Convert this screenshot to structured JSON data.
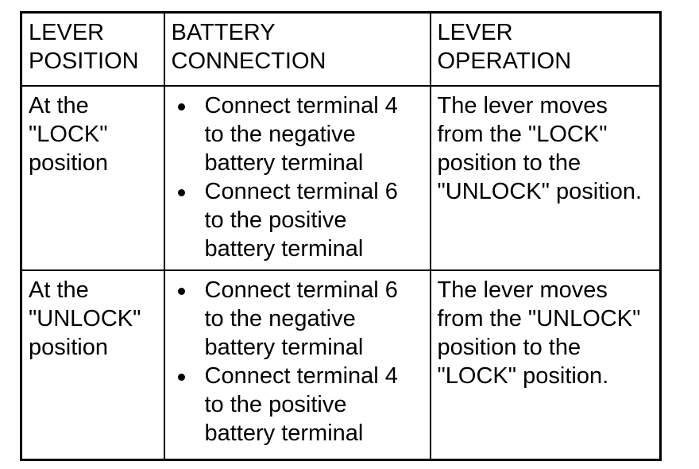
{
  "table": {
    "columns": [
      {
        "header": "LEVER\nPOSITION"
      },
      {
        "header": "BATTERY\nCONNECTION"
      },
      {
        "header": "LEVER\nOPERATION"
      }
    ],
    "rows": [
      {
        "lever_position": "At the\n\"LOCK\"\nposition",
        "battery_connection": [
          "Connect terminal 4\nto the negative\nbattery terminal",
          "Connect terminal 6\nto the positive\nbattery terminal"
        ],
        "lever_operation": "The lever moves\nfrom the \"LOCK\"\nposition to the\n\"UNLOCK\" position."
      },
      {
        "lever_position": "At the\n\"UNLOCK\"\nposition",
        "battery_connection": [
          "Connect terminal 6\nto the negative\nbattery terminal",
          "Connect terminal 4\nto the positive\nbattery terminal"
        ],
        "lever_operation": "The lever moves\nfrom the \"UNLOCK\"\nposition to the\n\"LOCK\" position."
      }
    ]
  },
  "style": {
    "text_color": "#000000",
    "border_color": "#000000",
    "background_color": "#ffffff"
  }
}
